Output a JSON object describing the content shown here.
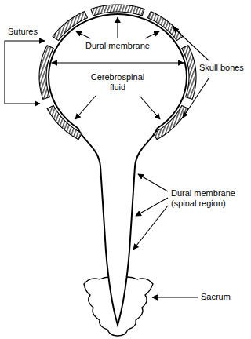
{
  "diagram": {
    "labels": [
      "Sutures",
      "Dural membrane",
      "Skull bones",
      "Cerebrospinal fluid",
      "Dural membrane (spinal region)",
      "Sacrum"
    ]
  }
}
